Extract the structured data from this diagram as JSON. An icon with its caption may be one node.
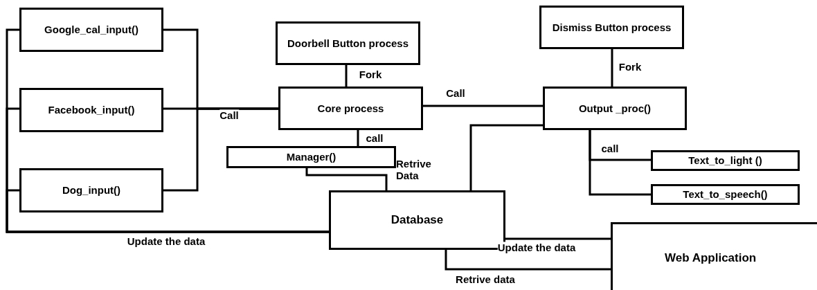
{
  "diagram": {
    "nodes": [
      {
        "text": [
          "Google_cal_input()"
        ]
      },
      {
        "text": [
          "Facebook_input()"
        ]
      },
      {
        "text": [
          "Dog_input()"
        ]
      },
      {
        "text": [
          "Doorbell Button process"
        ]
      },
      {
        "text": [
          "Core process"
        ]
      },
      {
        "text": [
          "Dismiss Button process"
        ]
      },
      {
        "text": [
          "Output _proc()"
        ]
      },
      {
        "text": [
          "Manager()"
        ]
      },
      {
        "text": [
          "Database"
        ]
      },
      {
        "text": [
          "Text_to_light ()"
        ]
      },
      {
        "text": [
          "Text_to_speech()"
        ]
      },
      {
        "text": [
          "Web Application"
        ]
      }
    ],
    "edges": [
      {
        "from": 0,
        "to": 4,
        "arrow": "none"
      },
      {
        "from": 1,
        "to": 4,
        "arrow": "none",
        "label": "Call"
      },
      {
        "from": 2,
        "to": 4,
        "arrow": "none"
      },
      {
        "from": 8,
        "to": 0,
        "arrow": "none",
        "label": "Update the data"
      },
      {
        "from": 8,
        "to": 1,
        "arrow": "none"
      },
      {
        "from": 8,
        "to": 2,
        "arrow": "none"
      },
      {
        "from": 3,
        "to": 4,
        "arrow": "none",
        "label": "Fork"
      },
      {
        "from": 4,
        "to": 6,
        "arrow": "none",
        "label": "Call"
      },
      {
        "from": 5,
        "to": 6,
        "arrow": "none",
        "label": "Fork"
      },
      {
        "from": 4,
        "to": 7,
        "arrow": "none",
        "label": "call"
      },
      {
        "from": 7,
        "to": 8,
        "arrow": "none",
        "label": "Retrive Data"
      },
      {
        "from": 8,
        "to": 6,
        "arrow": "none"
      },
      {
        "from": 6,
        "to": 9,
        "arrow": "none",
        "label": "call"
      },
      {
        "from": 6,
        "to": 10,
        "arrow": "none"
      },
      {
        "from": 8,
        "to": 11,
        "arrow": "none",
        "label": "Update the data"
      },
      {
        "from": 8,
        "to": 11,
        "arrow": "none",
        "label": "Retrive data"
      }
    ]
  }
}
